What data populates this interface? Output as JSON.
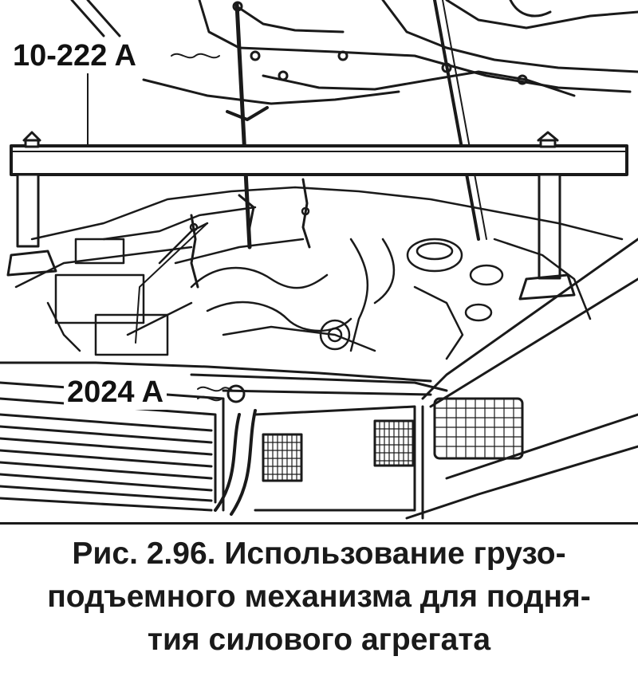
{
  "figure": {
    "callouts": {
      "top": "10-222 A",
      "bottom": "2024 A"
    }
  },
  "caption": {
    "lines": [
      "Рис. 2.96. Использование грузо-",
      "подъемного механизма для подня-",
      "тия силового агрегата"
    ]
  },
  "colors": {
    "ink": "#1a1a1a",
    "paper": "#ffffff"
  }
}
